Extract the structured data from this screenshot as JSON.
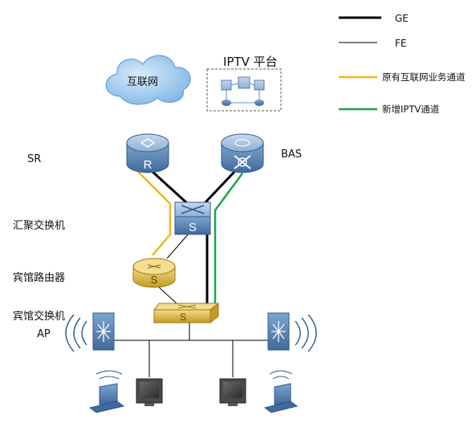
{
  "legend": {
    "ge": "GE",
    "fe": "FE",
    "internet_channel": "原有互联网业务通道",
    "iptv_channel": "新增IPTV通道"
  },
  "nodes": {
    "internet": "互联网",
    "iptv_platform": "IPTV 平台",
    "sr": "SR",
    "bas": "BAS",
    "agg_switch": "汇聚交换机",
    "hotel_router": "宾馆路由器",
    "hotel_switch": "宾馆交换机",
    "ap": "AP"
  },
  "icons": {
    "router_letter": "R",
    "switch_letter": "S"
  },
  "colors": {
    "ge_line": "#000000",
    "fe_line": "#000000",
    "internet_channel": "#f4b41a",
    "iptv_channel": "#1aa64a",
    "device_blue": "#5a87b6",
    "device_gold": "#d7b43e",
    "cloud": "#8fc0ea"
  }
}
